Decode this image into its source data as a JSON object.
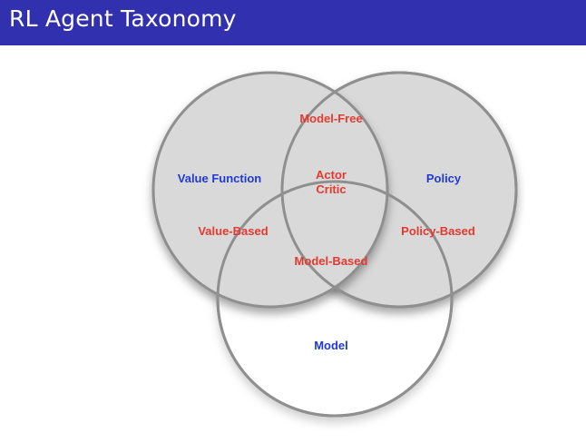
{
  "slide": {
    "title": "RL Agent Taxonomy"
  },
  "colors": {
    "title_bar": "#3131b0",
    "title_text": "#ffffff",
    "circle_fill": "#d9d9d9",
    "circle_stroke": "#8f8f8f",
    "category_label": "#1f3ad6",
    "region_label": "#e5392f"
  },
  "diagram": {
    "sets": {
      "value_function": "Value Function",
      "policy": "Policy",
      "model": "Model"
    },
    "regions": {
      "model_free": "Model-Free",
      "actor_critic_line1": "Actor",
      "actor_critic_line2": "Critic",
      "value_based": "Value-Based",
      "policy_based": "Policy-Based",
      "model_based": "Model-Based"
    }
  }
}
